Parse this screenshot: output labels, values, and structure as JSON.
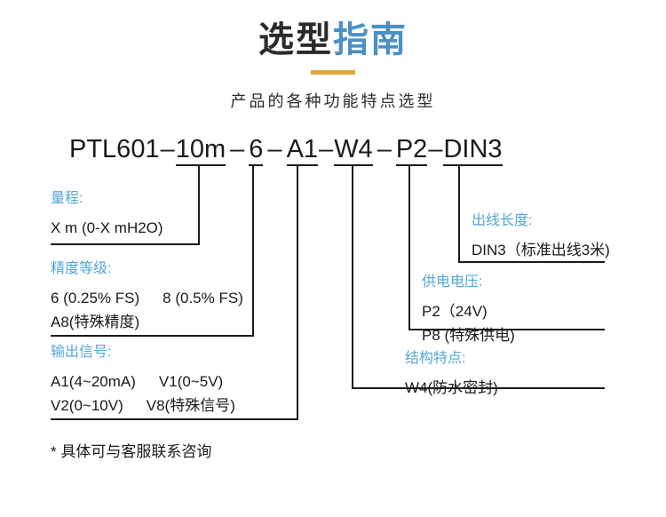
{
  "header": {
    "title_dark": "选型",
    "title_blue": "指南",
    "subtitle": "产品的各种功能特点选型"
  },
  "model_code": {
    "base": "PTL601",
    "sep1": "–",
    "range": "10m",
    "sep2": "–",
    "accuracy": "6",
    "sep3": "–",
    "output": "A1",
    "sep4": "–",
    "structure": "W4",
    "sep5": "–",
    "power": "P2",
    "sep6": "–",
    "cable": "DIN3"
  },
  "blocks": {
    "range": {
      "head": "量程:",
      "rows": [
        {
          "a": "X  m (0-X mH2O)",
          "b": ""
        }
      ]
    },
    "accuracy": {
      "head": "精度等级:",
      "rows": [
        {
          "a": "6 (0.25% FS)",
          "b": "8 (0.5% FS)"
        },
        {
          "a": "A8(特殊精度)",
          "b": ""
        }
      ]
    },
    "output": {
      "head": "输出信号:",
      "rows": [
        {
          "a": "A1(4~20mA)",
          "b": "V1(0~5V)"
        },
        {
          "a": "V2(0~10V)",
          "b": "V8(特殊信号)"
        }
      ]
    },
    "cable": {
      "head": "出线长度:",
      "rows": [
        {
          "a": "DIN3（标准出线3米)",
          "b": ""
        }
      ]
    },
    "power": {
      "head": "供电电压:",
      "rows": [
        {
          "a": "P2（24V)",
          "b": ""
        },
        {
          "a": "P8 (特殊供电)",
          "b": ""
        }
      ]
    },
    "structure": {
      "head": "结构特点:",
      "rows": [
        {
          "a": "W4(防水密封)",
          "b": ""
        }
      ]
    }
  },
  "footnote": "* 具体可与客服联系咨询",
  "colors": {
    "title_dark": "#2b2b2b",
    "title_blue": "#4a90c4",
    "rule_orange": "#e0a63c",
    "label_blue": "#53a6d8",
    "body_black": "#1a1a1a",
    "background": "#ffffff"
  }
}
